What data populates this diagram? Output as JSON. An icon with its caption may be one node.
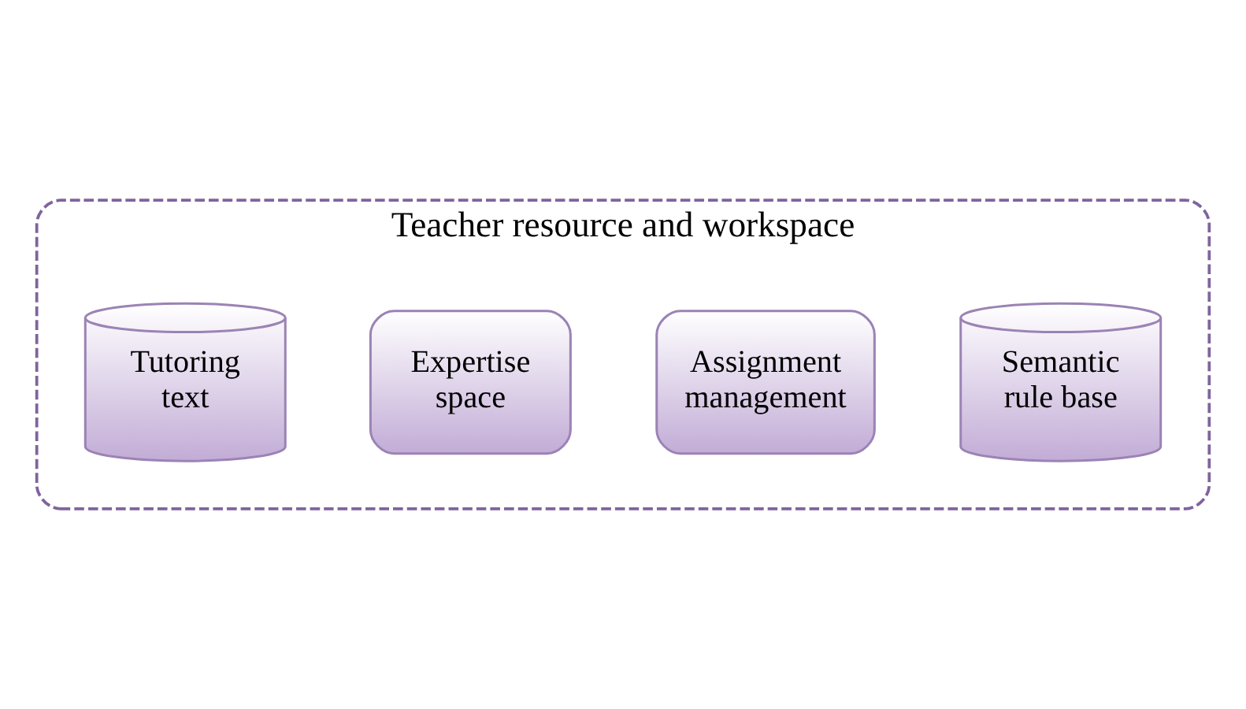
{
  "diagram": {
    "nodes": [
      {
        "text": [
          "Teacher resource and workspace"
        ]
      },
      {
        "text": [
          "Semantic rule base"
        ],
        "in": 0
      },
      {
        "text": [
          "Assignment management"
        ],
        "in": 0
      },
      {
        "text": [
          "Expertise space"
        ],
        "in": 0
      },
      {
        "text": [
          "Tutoring text"
        ],
        "in": 0
      }
    ]
  }
}
